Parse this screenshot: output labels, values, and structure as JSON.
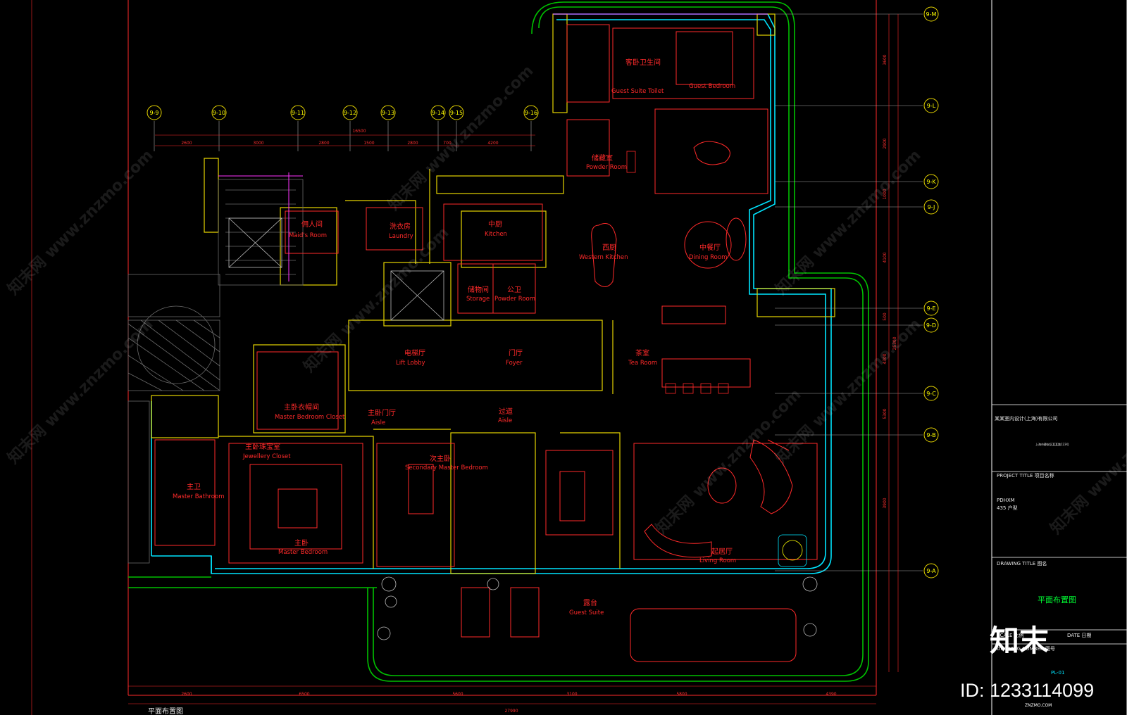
{
  "rooms": {
    "guest_suite_toilet": {
      "cn": "客卧卫生间",
      "en": "Guest Suite Toilet"
    },
    "guest_bedroom": {
      "en": "Guest Bedroom"
    },
    "powder_room_top": {
      "cn": "储藏室",
      "en": "Powder Room"
    },
    "maids_room": {
      "cn": "佣人间",
      "en": "Maid's Room"
    },
    "laundry": {
      "cn": "洗衣房",
      "en": "Laundry"
    },
    "kitchen": {
      "cn": "中厨",
      "en": "Kitchen"
    },
    "western_kitchen": {
      "cn": "西厨",
      "en": "Western Kitchen"
    },
    "dining_room": {
      "cn": "中餐厅",
      "en": "Dining Room"
    },
    "storage": {
      "cn": "储物间",
      "en": "Storage"
    },
    "powder_room": {
      "cn": "公卫",
      "en": "Powder Room"
    },
    "lift_lobby": {
      "cn": "电梯厅",
      "en": "Lift Lobby"
    },
    "foyer": {
      "cn": "门厅",
      "en": "Foyer"
    },
    "tea_room": {
      "cn": "茶室",
      "en": "Tea Room"
    },
    "master_closet": {
      "cn": "主卧衣帽间",
      "en": "Master Bedroom Closet"
    },
    "aisle1": {
      "cn": "主卧门厅",
      "en": "Aisle"
    },
    "aisle2": {
      "cn": "过道",
      "en": "Aisle"
    },
    "jewellery_closet": {
      "cn": "主卧珠宝室",
      "en": "Jewellery Closet"
    },
    "master_bath": {
      "cn": "主卫",
      "en": "Master Bathroom"
    },
    "master_bedroom": {
      "cn": "主卧",
      "en": "Master Bedroom"
    },
    "secondary_master": {
      "cn": "次主卧",
      "en": "Secondary Master Bedroom"
    },
    "living_room": {
      "cn": "起居厅",
      "en": "Living Room"
    },
    "terrace": {
      "cn": "露台",
      "en": "Guest Suite"
    }
  },
  "grid_top": [
    "9-9",
    "9-10",
    "9-11",
    "9-12",
    "9-13",
    "9-14",
    "9-15",
    "9-16"
  ],
  "grid_right": [
    "9-M",
    "9-L",
    "9-K",
    "9-J",
    "9-E",
    "9-D",
    "9-C",
    "9-B",
    "9-A"
  ],
  "dims_top": [
    "2600",
    "3000",
    "2800",
    "1500",
    "2800",
    "700",
    "4200"
  ],
  "dim_top_total": "16500",
  "dims_bottom": [
    "2600",
    "6500",
    "5600",
    "3100",
    "5800",
    "4390"
  ],
  "dim_bottom_total": "27990",
  "dims_right": [
    "3600",
    "2900",
    "1000",
    "4100",
    "500",
    "4300",
    "5300",
    "3900"
  ],
  "dim_right_total": "25300",
  "title_block": {
    "company": "某某室内设计(上海)有限公司",
    "company_sub": "上海市静安区某某路123号",
    "project_label": "PROJECT TITLE 项目名称",
    "project_name": "PDHXM",
    "project_sub": "435 户型",
    "drawing_label": "DRAWING TITLE 图名",
    "drawing_title": "平面布置图",
    "scale_label": "SCALE 比例",
    "date_label": "DATE 日期",
    "number_label": "DRAWING NUMBER 图号",
    "number": "PL-01"
  },
  "bottom_caption": "平面布置图",
  "watermark": "知末网 www.znzmo.com",
  "logo": "知末",
  "id_label": "ID: 1233114099",
  "logo_sub": "ZNZMO.COM"
}
